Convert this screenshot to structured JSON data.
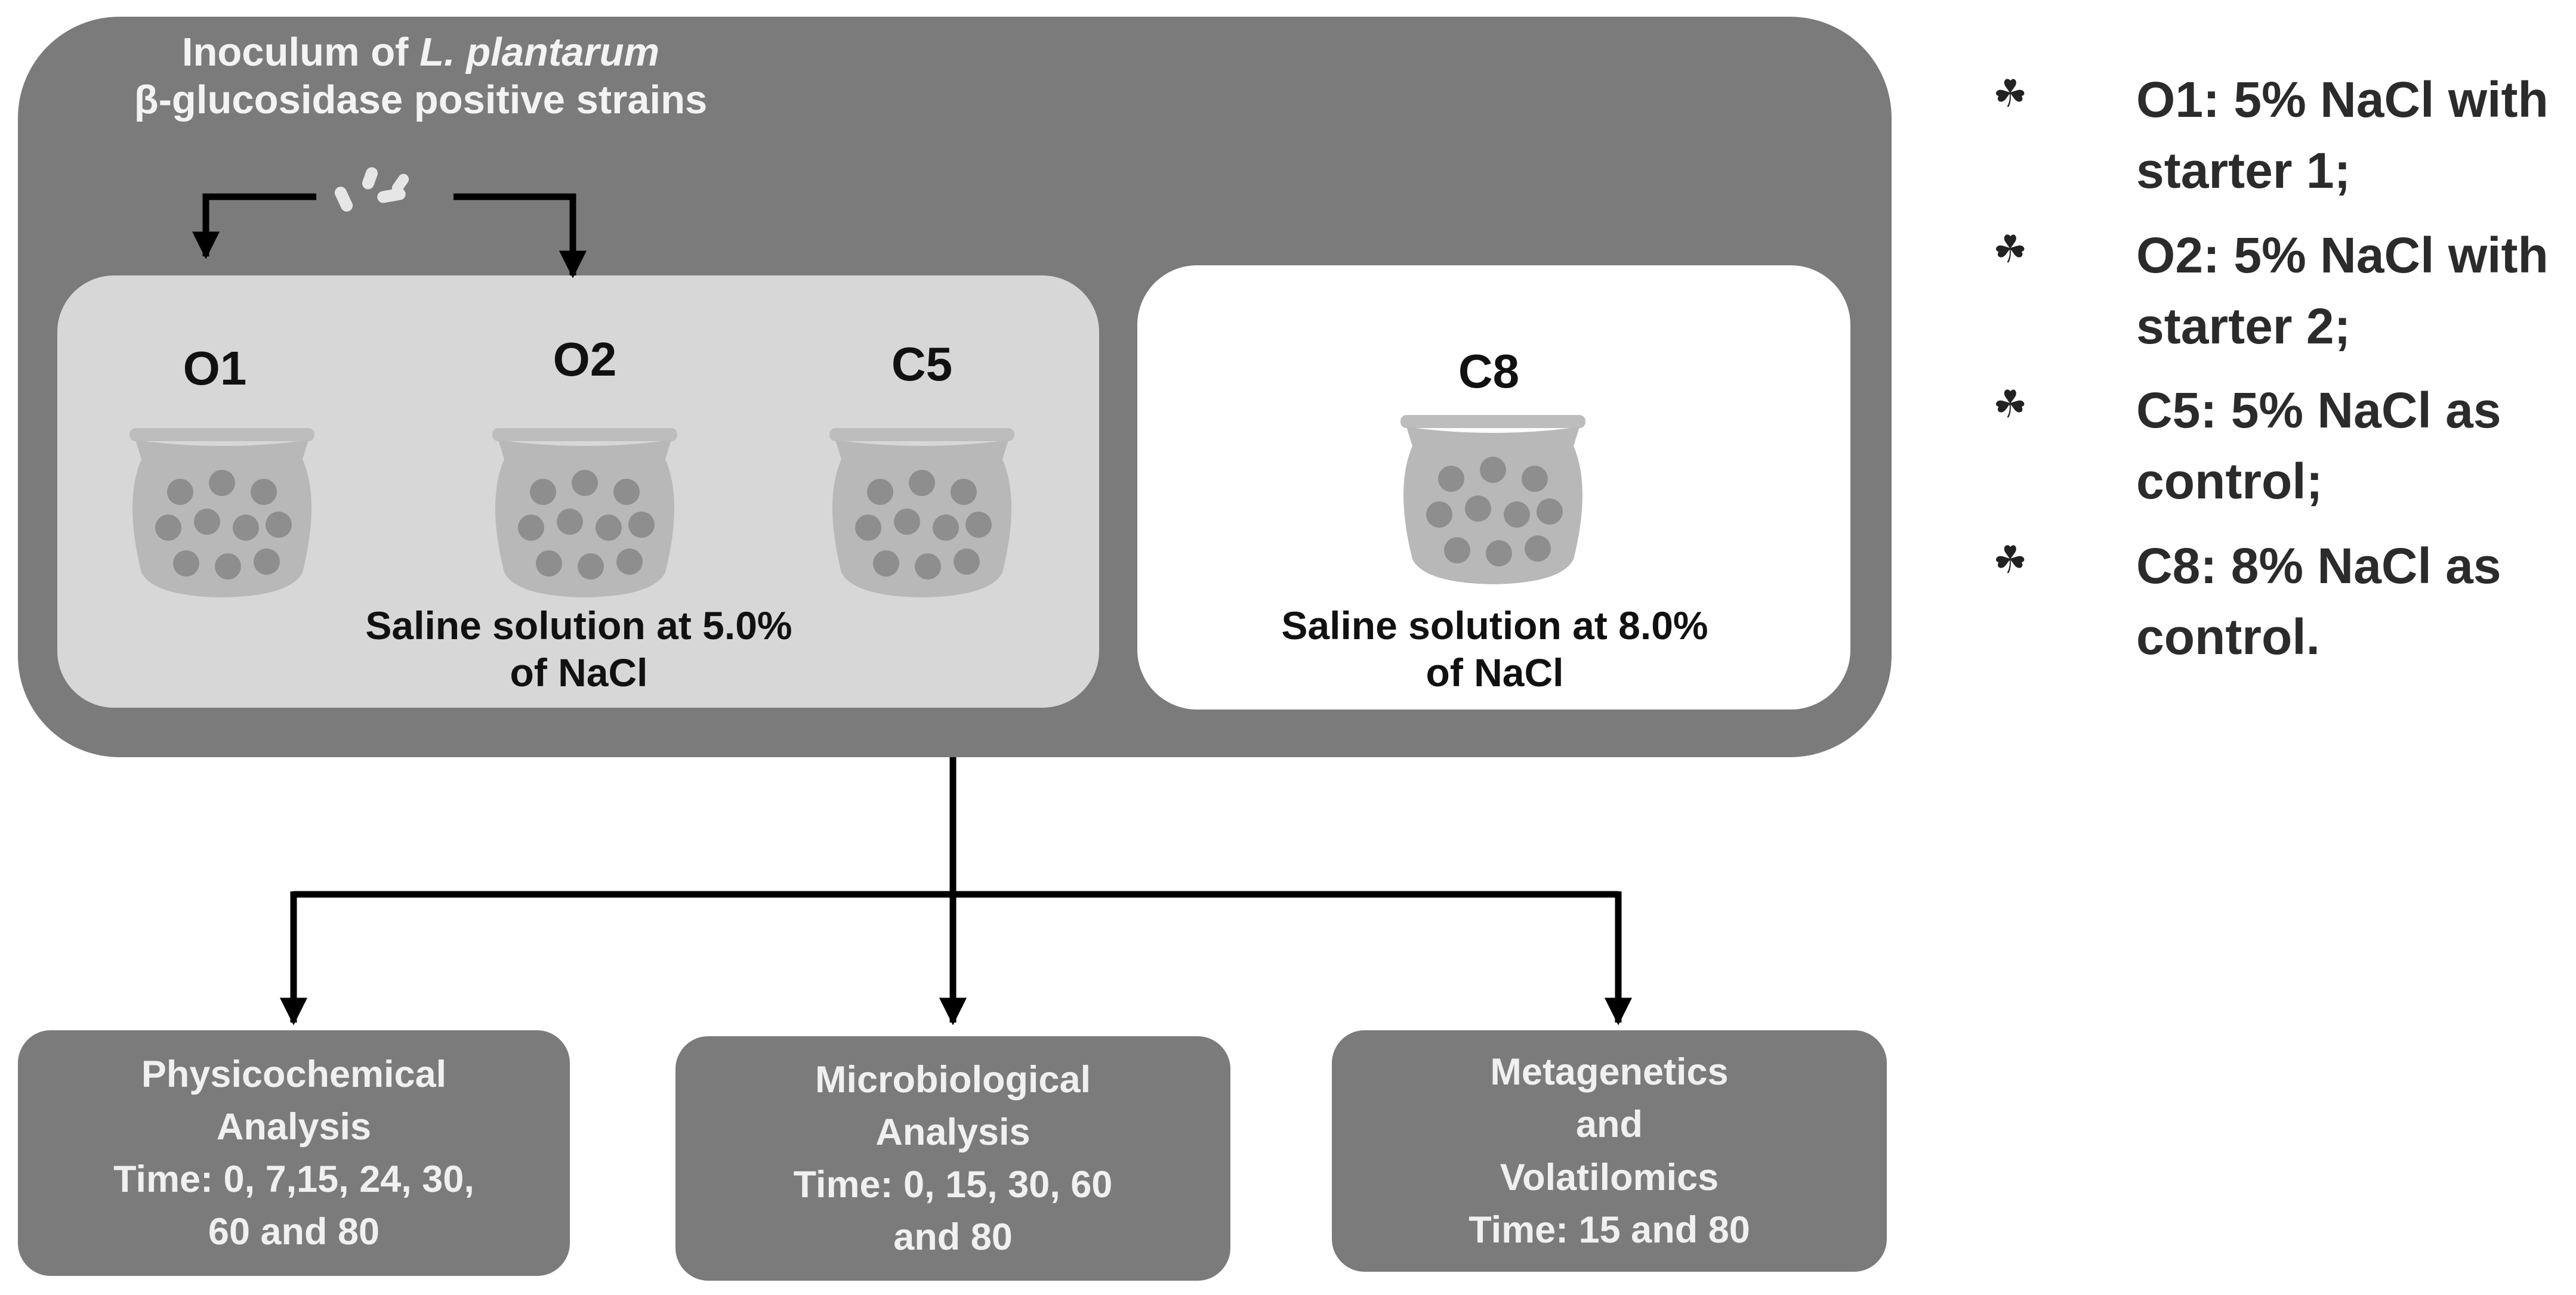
{
  "inoculum": {
    "line1_prefix": "Inoculum of ",
    "line1_italic": "L. plantarum",
    "line2": "β-glucosidase positive strains"
  },
  "samples": {
    "o1": "O1",
    "o2": "O2",
    "c5": "C5",
    "c8": "C8"
  },
  "saline": {
    "low_line1": "Saline solution at 5.0%",
    "low_line2": "of NaCl",
    "high_line1": "Saline solution at 8.0%",
    "high_line2": "of NaCl"
  },
  "analyses": [
    {
      "lines": [
        "Physicochemical",
        "Analysis",
        "Time: 0, 7,15, 24, 30,",
        "60 and 80"
      ]
    },
    {
      "lines": [
        "Microbiological",
        "Analysis",
        "Time: 0, 15, 30, 60",
        "and 80"
      ]
    },
    {
      "lines": [
        "Metagenetics",
        "and",
        "Volatilomics",
        "Time: 15 and 80"
      ]
    }
  ],
  "legend": [
    {
      "bullet_icon": "olive-branch-icon",
      "text": "O1: 5% NaCl with starter 1;"
    },
    {
      "bullet_icon": "olive-branch-icon",
      "text": "O2: 5% NaCl with starter 2;"
    },
    {
      "bullet_icon": "olive-branch-icon",
      "text": "C5: 5% NaCl as control;"
    },
    {
      "bullet_icon": "olive-branch-icon",
      "text": "C8: 8% NaCl as control."
    }
  ],
  "colors": {
    "outer_panel": "#7b7b7b",
    "saline_5_panel": "#d7d7d7",
    "saline_8_panel": "#ffffff",
    "arrows": "#000000"
  }
}
